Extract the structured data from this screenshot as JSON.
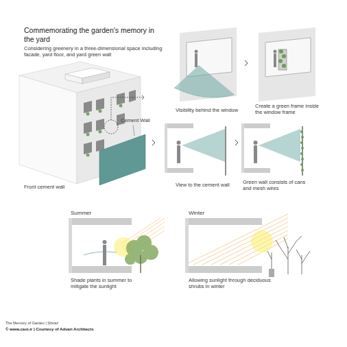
{
  "diagram": {
    "title": "Commemorating the garden's memory in the yard",
    "labels": [
      "Considering greenery in a three-dimensional space including facade, yard floor, and yard green wall",
      "Cement Wall",
      "Visibility behind the window",
      "Create a green frame inside the window frame",
      "Front cement wall",
      "View to the cement wall",
      "Green wall consists of cans and mesh wires",
      "Summer",
      "Winter",
      "Shade plants in summer to mitigate the sunlight",
      "Allowing sunlight through deciduous shrubs in winter",
      "The Memory of Garden | Shiraz",
      "© www.caoi.ir | Courtesy of Advari Architects"
    ]
  }
}
